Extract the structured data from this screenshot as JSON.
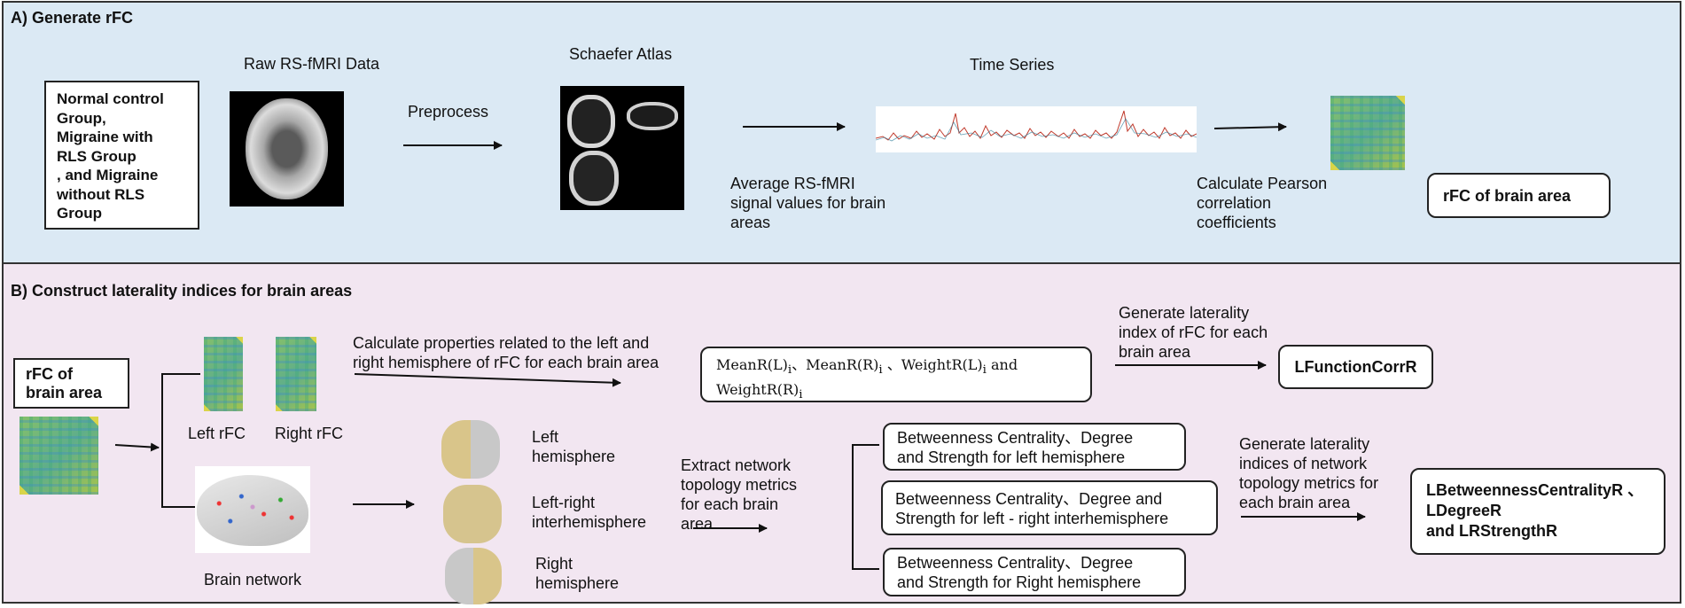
{
  "panelA": {
    "title": "A) Generate rFC",
    "groups_box": [
      "Normal control",
      "Group,",
      "Migraine with",
      "RLS Group",
      ", and Migraine",
      "without RLS",
      "Group"
    ],
    "raw_label": "Raw RS-fMRI Data",
    "preprocess_label": "Preprocess",
    "atlas_label": "Schaefer Atlas",
    "avg_label": [
      "Average RS-fMRI",
      "signal values for brain",
      "areas"
    ],
    "timeseries_label": "Time Series",
    "pearson_label": [
      "Calculate Pearson",
      "correlation",
      "coefficients"
    ],
    "rfc_box": "rFC of brain area"
  },
  "panelB": {
    "title": "B) Construct laterality indices for brain areas",
    "rfc_box": [
      "rFC of",
      "brain area"
    ],
    "left_rfc": "Left rFC",
    "right_rfc": "Right rFC",
    "brain_network": "Brain network",
    "calc_props": [
      "Calculate properties related to the left and",
      "right hemisphere of rFC for each brain area"
    ],
    "props_box": {
      "line1": {
        "t1": "MeanR(L)",
        "s1": "i",
        "sep1": "、",
        "t2": "MeanR(R)",
        "s2": "i",
        "sep2": " 、",
        "t3": "WeightR(L)",
        "s3": "i",
        "sep3": " and"
      },
      "line2": {
        "t4": "WeightR(R)",
        "s4": "i"
      }
    },
    "gen_rfc_index": [
      "Generate laterality",
      "index of rFC for each",
      "brain area"
    ],
    "lfunction_box": "LFunctionCorrR",
    "left_hemi": [
      "Left",
      "hemisphere"
    ],
    "lr_hemi": [
      "Left-right",
      "interhemisphere"
    ],
    "right_hemi": [
      "Right",
      "hemisphere"
    ],
    "extract_label": [
      "Extract network",
      "topology metrics",
      "for each brain",
      "area"
    ],
    "bc_left": [
      "Betweenness Centrality、Degree",
      "and Strength for left hemisphere"
    ],
    "bc_lr": [
      "Betweenness Centrality、Degree and",
      "Strength for left - right interhemisphere"
    ],
    "bc_right": [
      "Betweenness Centrality、Degree",
      "and Strength for Right hemisphere"
    ],
    "gen_topo_index": [
      "Generate laterality",
      "indices of network",
      "topology metrics for",
      "each brain area"
    ],
    "final_box": [
      "LBetweennessCentralityR 、",
      "LDegreeR",
      "and LRStrengthR"
    ]
  }
}
